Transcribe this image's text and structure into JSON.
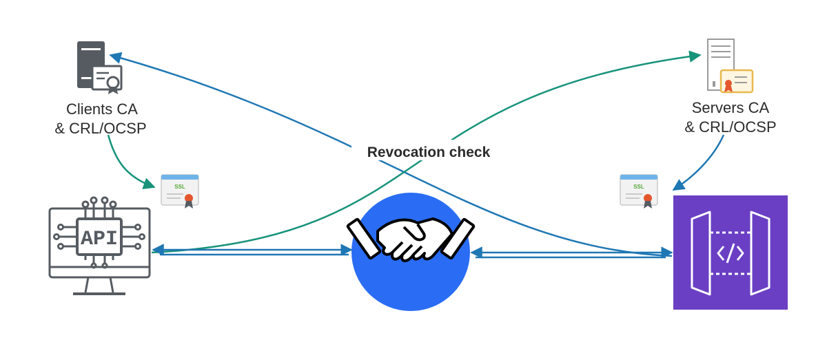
{
  "labels": {
    "clients_ca_line1": "Clients CA",
    "clients_ca_line2": "& CRL/OCSP",
    "servers_ca_line1": "Servers CA",
    "servers_ca_line2": "& CRL/OCSP",
    "revocation_check": "Revocation check"
  },
  "badges": {
    "ssl_left": "SSL",
    "ssl_right": "SSL",
    "api": "API"
  },
  "colors": {
    "blue_arrow": "#1f77b4",
    "green_arrow": "#17937a",
    "handshake_bg": "#2a6df4",
    "gateway_bg": "#6a3fc4",
    "icon_gray": "#555b61"
  },
  "icons": {
    "clients_ca": "server-certificate-icon",
    "servers_ca": "server-certificate-icon",
    "client": "api-monitor-icon",
    "handshake": "handshake-icon",
    "server": "api-gateway-icon",
    "certificate": "ssl-certificate-icon"
  }
}
